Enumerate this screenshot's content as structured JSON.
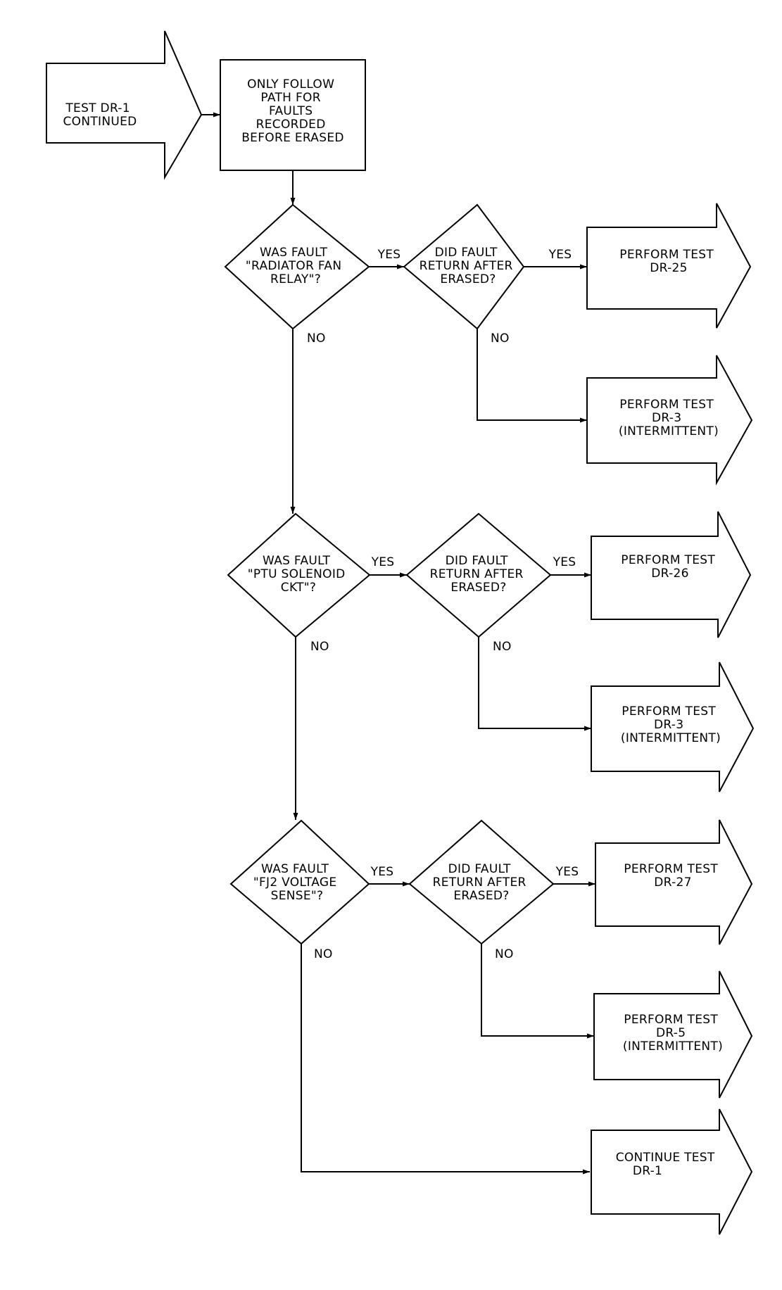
{
  "start": {
    "lines": [
      "TEST DR-1",
      "CONTINUED"
    ]
  },
  "instruction": {
    "lines": [
      "ONLY FOLLOW",
      "PATH FOR",
      "FAULTS",
      "RECORDED",
      "BEFORE ERASED"
    ]
  },
  "branch_labels": {
    "yes": "YES",
    "no": "NO"
  },
  "decisions": [
    {
      "question": [
        "WAS FAULT",
        "\"RADIATOR FAN",
        "RELAY\"?"
      ],
      "followup": [
        "DID FAULT",
        "RETURN AFTER",
        "ERASED?"
      ],
      "yes_result": [
        "PERFORM TEST",
        "DR-25"
      ],
      "no_result": [
        "PERFORM TEST",
        "DR-3",
        "(INTERMITTENT)"
      ]
    },
    {
      "question": [
        "WAS FAULT",
        "\"PTU SOLENOID",
        "CKT\"?"
      ],
      "followup": [
        "DID FAULT",
        "RETURN AFTER",
        "ERASED?"
      ],
      "yes_result": [
        "PERFORM TEST",
        "DR-26"
      ],
      "no_result": [
        "PERFORM TEST",
        "DR-3",
        "(INTERMITTENT)"
      ]
    },
    {
      "question": [
        "WAS FAULT",
        "\"FJ2 VOLTAGE",
        "SENSE\"?"
      ],
      "followup": [
        "DID FAULT",
        "RETURN AFTER",
        "ERASED?"
      ],
      "yes_result": [
        "PERFORM TEST",
        "DR-27"
      ],
      "no_result": [
        "PERFORM TEST",
        "DR-5",
        "(INTERMITTENT)"
      ]
    }
  ],
  "final": {
    "lines": [
      "CONTINUE TEST",
      "DR-1"
    ]
  }
}
